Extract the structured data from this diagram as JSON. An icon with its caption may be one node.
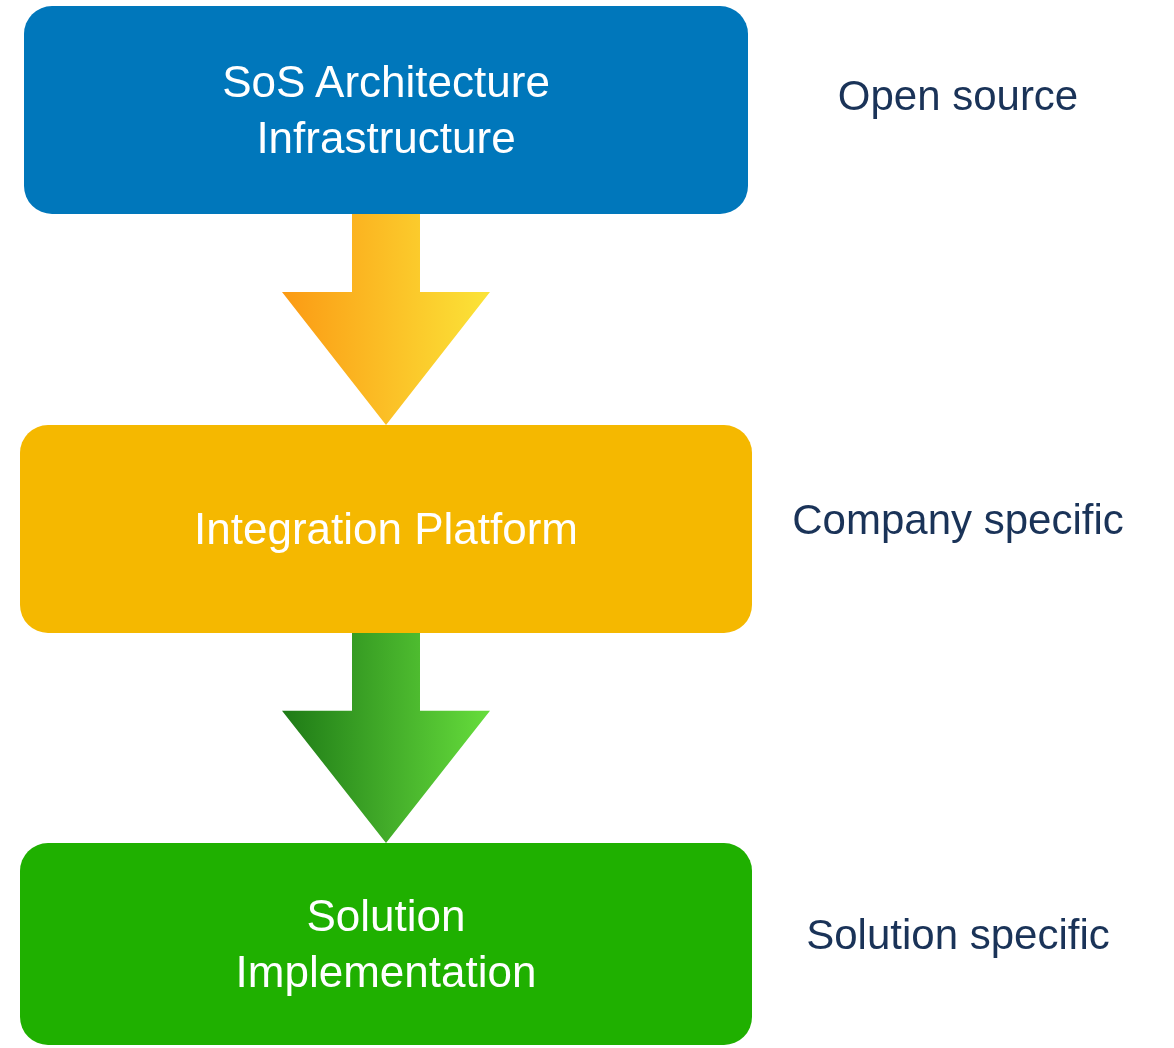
{
  "diagram": {
    "nodes": [
      {
        "text": [
          "SoS Architecture Infrastructure"
        ],
        "beside": [
          "Open source"
        ]
      },
      {
        "text": [
          "Integration Platform"
        ],
        "beside": [
          "Company specific"
        ]
      },
      {
        "text": [
          "Solution Implementation"
        ],
        "beside": [
          "Solution specific"
        ]
      }
    ],
    "edges": [
      {
        "from": 0,
        "to": 1,
        "arrow": "to",
        "style": "thick",
        "color": "#fb9a14"
      },
      {
        "from": 1,
        "to": 2,
        "arrow": "to",
        "style": "thick",
        "color": "#1e7a16"
      }
    ]
  }
}
